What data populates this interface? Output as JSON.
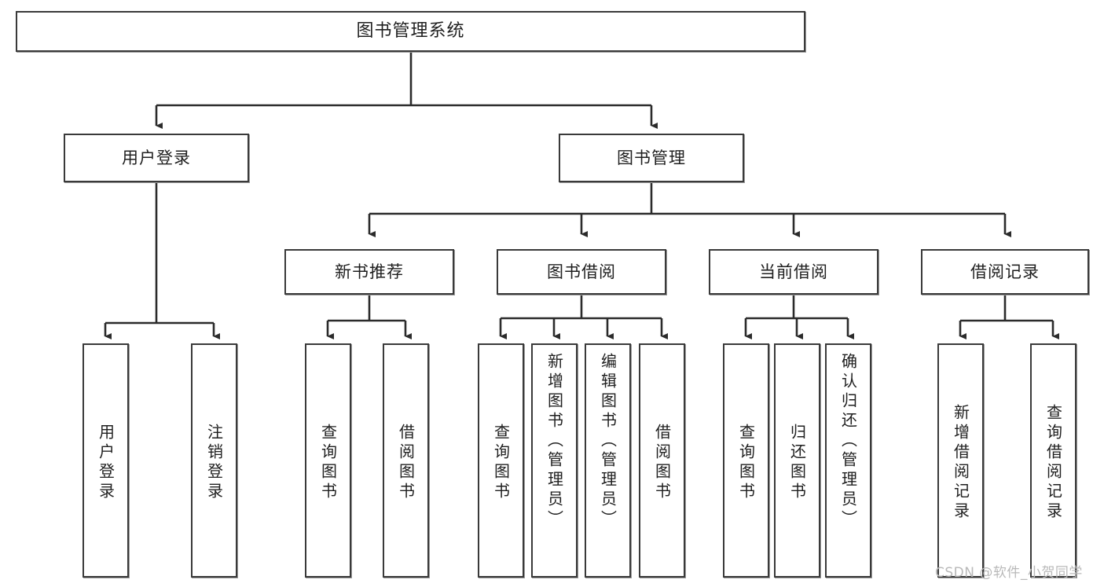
{
  "diagram": {
    "type": "tree",
    "title": "图书管理系统",
    "orientation": "top-down",
    "watermark": "CSDN @软件_小贺同学",
    "colors": {
      "box_border": "#3a3a3a",
      "box_fill": "#ffffff",
      "line": "#2b2b2b",
      "text": "#1f1f1f",
      "watermark": "#b9b9b9"
    },
    "levels": {
      "root": "图书管理系统",
      "level1": [
        "用户登录",
        "图书管理"
      ],
      "level2": [
        "新书推荐",
        "图书借阅",
        "当前借阅",
        "借阅记录"
      ]
    },
    "nodes": {
      "root": {
        "label": "图书管理系统"
      },
      "user_login": {
        "label": "用户登录"
      },
      "book_manage": {
        "label": "图书管理"
      },
      "new_book_rec": {
        "label": "新书推荐"
      },
      "book_borrow": {
        "label": "图书借阅"
      },
      "current_borrow": {
        "label": "当前借阅"
      },
      "borrow_record": {
        "label": "借阅记录"
      },
      "leaf_user_login": {
        "label": "用户登录"
      },
      "leaf_user_logout": {
        "label": "注销登录"
      },
      "leaf_rec_query": {
        "label": "查询图书"
      },
      "leaf_rec_borrow": {
        "label": "借阅图书"
      },
      "leaf_borrow_query": {
        "label": "查询图书"
      },
      "leaf_borrow_add": {
        "label": "新增图书（管理员）"
      },
      "leaf_borrow_edit": {
        "label": "编辑图书（管理员）"
      },
      "leaf_borrow_do": {
        "label": "借阅图书"
      },
      "leaf_cur_query": {
        "label": "查询图书"
      },
      "leaf_cur_return": {
        "label": "归还图书"
      },
      "leaf_cur_confirm": {
        "label": "确认归还（管理员）"
      },
      "leaf_rec_add": {
        "label": "新增借阅记录"
      },
      "leaf_rec_query2": {
        "label": "查询借阅记录"
      }
    },
    "edges": [
      {
        "from": "root",
        "to": "user_login"
      },
      {
        "from": "root",
        "to": "book_manage"
      },
      {
        "from": "user_login",
        "to": "leaf_user_login"
      },
      {
        "from": "user_login",
        "to": "leaf_user_logout"
      },
      {
        "from": "book_manage",
        "to": "new_book_rec"
      },
      {
        "from": "book_manage",
        "to": "book_borrow"
      },
      {
        "from": "book_manage",
        "to": "current_borrow"
      },
      {
        "from": "book_manage",
        "to": "borrow_record"
      },
      {
        "from": "new_book_rec",
        "to": "leaf_rec_query"
      },
      {
        "from": "new_book_rec",
        "to": "leaf_rec_borrow"
      },
      {
        "from": "book_borrow",
        "to": "leaf_borrow_query"
      },
      {
        "from": "book_borrow",
        "to": "leaf_borrow_add"
      },
      {
        "from": "book_borrow",
        "to": "leaf_borrow_edit"
      },
      {
        "from": "book_borrow",
        "to": "leaf_borrow_do"
      },
      {
        "from": "current_borrow",
        "to": "leaf_cur_query"
      },
      {
        "from": "current_borrow",
        "to": "leaf_cur_return"
      },
      {
        "from": "current_borrow",
        "to": "leaf_cur_confirm"
      },
      {
        "from": "borrow_record",
        "to": "leaf_rec_add"
      },
      {
        "from": "borrow_record",
        "to": "leaf_rec_query2"
      }
    ]
  }
}
